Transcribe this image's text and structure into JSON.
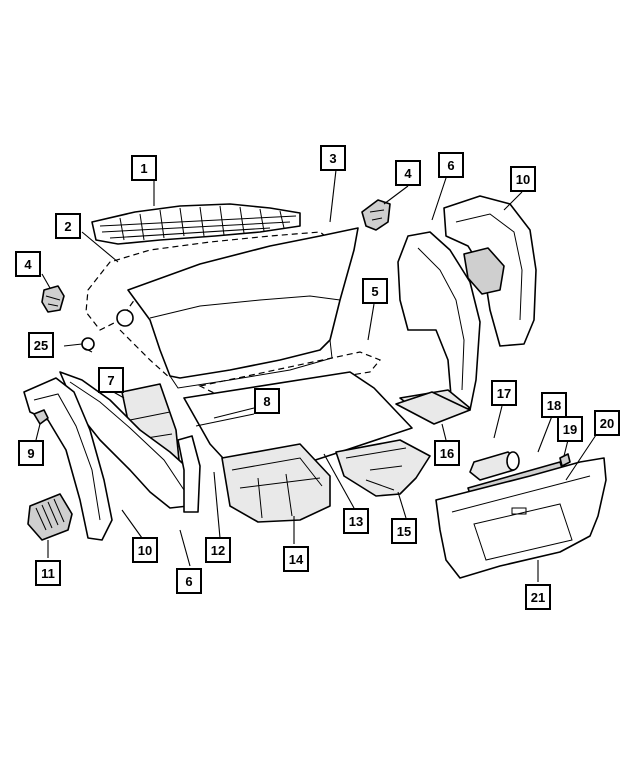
{
  "callouts": [
    {
      "id": "c1",
      "label": "1"
    },
    {
      "id": "c2",
      "label": "2"
    },
    {
      "id": "c3",
      "label": "3"
    },
    {
      "id": "c4a",
      "label": "4"
    },
    {
      "id": "c4b",
      "label": "4"
    },
    {
      "id": "c5",
      "label": "5"
    },
    {
      "id": "c6a",
      "label": "6"
    },
    {
      "id": "c6b",
      "label": "6"
    },
    {
      "id": "c7",
      "label": "7"
    },
    {
      "id": "c8",
      "label": "8"
    },
    {
      "id": "c9",
      "label": "9"
    },
    {
      "id": "c10a",
      "label": "10"
    },
    {
      "id": "c10b",
      "label": "10"
    },
    {
      "id": "c11",
      "label": "11"
    },
    {
      "id": "c12",
      "label": "12"
    },
    {
      "id": "c13",
      "label": "13"
    },
    {
      "id": "c14",
      "label": "14"
    },
    {
      "id": "c15",
      "label": "15"
    },
    {
      "id": "c16",
      "label": "16"
    },
    {
      "id": "c17",
      "label": "17"
    },
    {
      "id": "c18",
      "label": "18"
    },
    {
      "id": "c19",
      "label": "19"
    },
    {
      "id": "c20",
      "label": "20"
    },
    {
      "id": "c21",
      "label": "21"
    },
    {
      "id": "c25",
      "label": "25"
    }
  ]
}
